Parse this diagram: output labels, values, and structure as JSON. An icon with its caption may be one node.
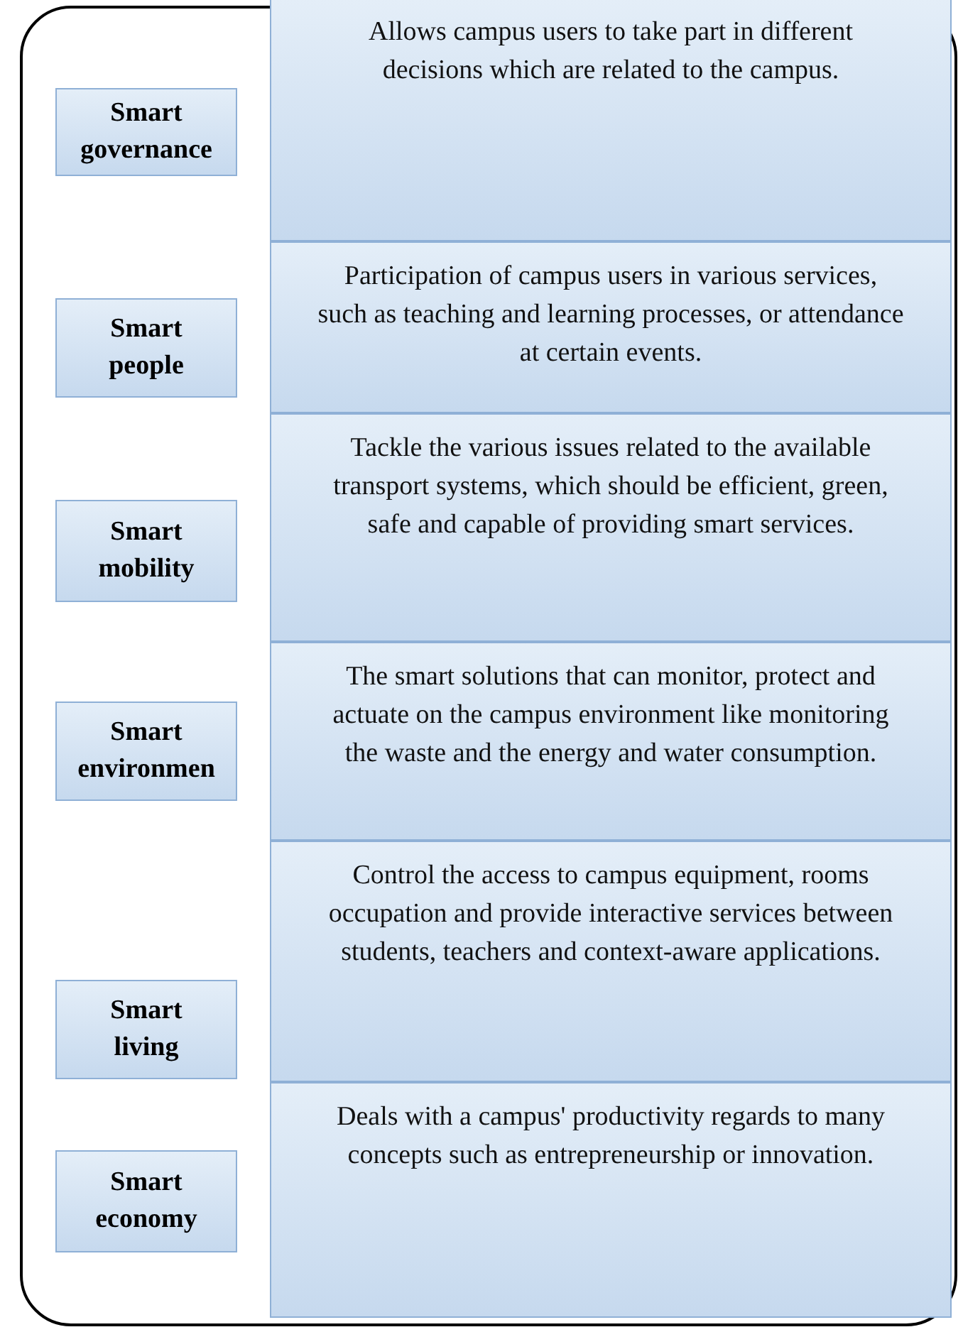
{
  "diagram": {
    "nodes": [
      {
        "text": [],
        "shape": "box"
      },
      {
        "text": [
          "Smart governance"
        ],
        "in": 0
      },
      {
        "text": [
          "Allows campus users to take part in different decisions which are related to the campus."
        ],
        "in": 0
      },
      {
        "text": [
          "Smart people"
        ],
        "in": 0
      },
      {
        "text": [
          "Participation of campus users in various services, such as teaching and learning processes, or attendance at certain events."
        ],
        "in": 0
      },
      {
        "text": [
          "Smart mobility"
        ],
        "in": 0
      },
      {
        "text": [
          "Tackle the various issues related to the available transport systems, which should be efficient, green, safe and capable of providing smart services."
        ],
        "in": 0
      },
      {
        "text": [
          "Smart environmen"
        ],
        "in": 0
      },
      {
        "text": [
          "The smart solutions that can monitor, protect and actuate on the campus environment like monitoring the waste and the energy and water consumption."
        ],
        "in": 0
      },
      {
        "text": [
          "Smart living"
        ],
        "in": 0
      },
      {
        "text": [
          "Control the access to campus equipment, rooms occupation and provide interactive services between students, teachers and context-aware applications."
        ],
        "in": 0
      },
      {
        "text": [
          "Smart economy"
        ],
        "in": 0
      },
      {
        "text": [
          "Deals with a campus' productivity regards to many concepts such as entrepreneurship or innovation."
        ],
        "in": 0
      }
    ],
    "edges": []
  }
}
